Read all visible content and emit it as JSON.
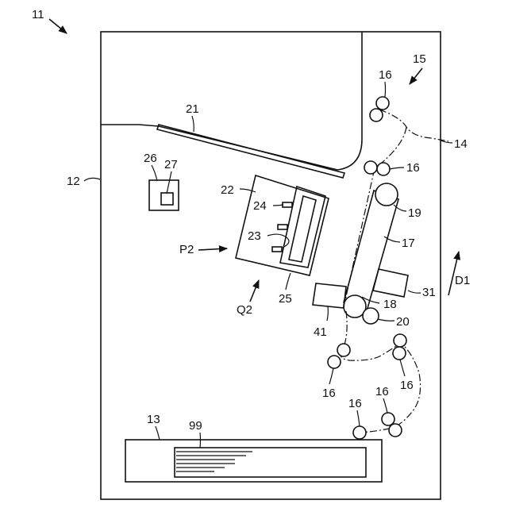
{
  "labels": {
    "apparatus": "11",
    "housing": "12",
    "cassette": "13",
    "path": "14",
    "arrow15": "15",
    "roller16": "16",
    "belt": "17",
    "roller18": "18",
    "roller19": "19",
    "roller20": "20",
    "top": "21",
    "head22": "22",
    "part23": "23",
    "part24": "24",
    "part25": "25",
    "box26": "26",
    "box27": "27",
    "unit31": "31",
    "unit41": "41",
    "sheet99": "99",
    "p2": "P2",
    "q2": "Q2",
    "d1": "D1"
  }
}
